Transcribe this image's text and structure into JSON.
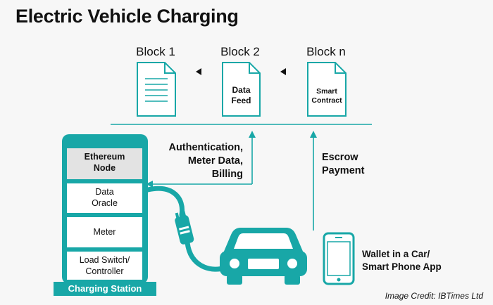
{
  "title": "Electric Vehicle Charging",
  "blocks": [
    {
      "label": "Block 1",
      "content": ""
    },
    {
      "label": "Block 2",
      "content_lines": [
        "Data",
        "Feed"
      ]
    },
    {
      "label": "Block n",
      "content_lines": [
        "Smart",
        "Contract"
      ]
    }
  ],
  "annotations": {
    "auth_lines": [
      "Authentication,",
      "Meter Data,",
      "Billing"
    ],
    "escrow_lines": [
      "Escrow",
      "Payment"
    ],
    "wallet_lines": [
      "Wallet in a Car/",
      "Smart Phone App"
    ]
  },
  "station": {
    "modules": [
      {
        "lines": [
          "Ethereum",
          "Node"
        ]
      },
      {
        "lines": [
          "Data",
          "Oracle"
        ]
      },
      {
        "lines": [
          "Meter"
        ]
      },
      {
        "lines": [
          "Load Switch/",
          "Controller"
        ]
      }
    ],
    "base_label": "Charging Station"
  },
  "credit": "Image Credit: IBTimes Ltd",
  "colors": {
    "teal": "#18a7a7",
    "dark": "#111111",
    "node_fill": "#e3e3e3"
  }
}
